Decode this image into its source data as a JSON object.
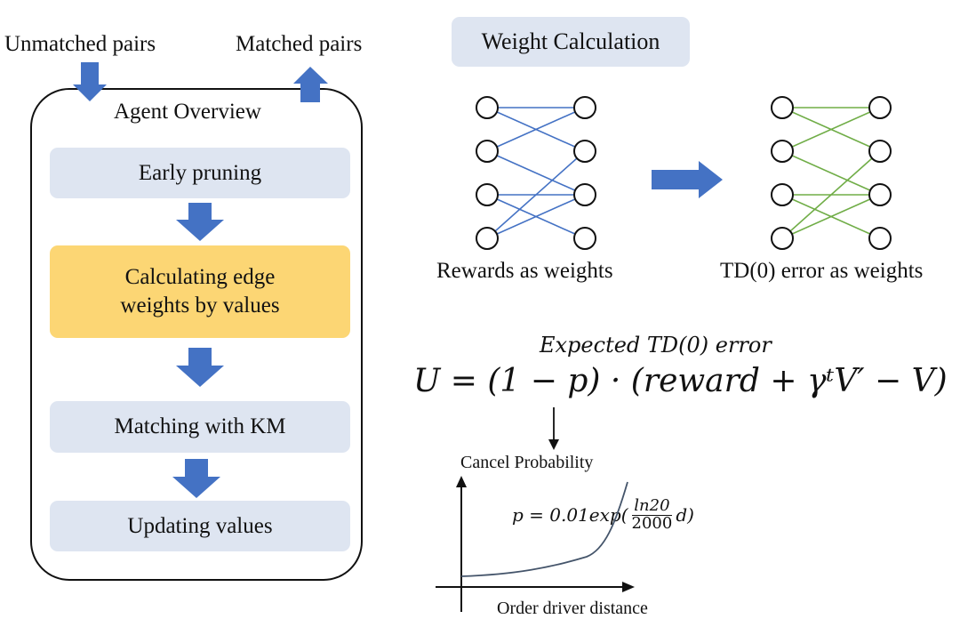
{
  "io": {
    "unmatched": "Unmatched pairs",
    "matched": "Matched pairs"
  },
  "agent": {
    "title": "Agent Overview",
    "steps": [
      "Early pruning",
      "Calculating edge weights by values",
      "Matching with KM",
      "Updating values"
    ]
  },
  "weights": {
    "header": "Weight Calculation",
    "left_caption": "Rewards as weights",
    "right_caption": "TD(0) error as weights"
  },
  "formula": {
    "title": "Expected TD(0) error",
    "equation": "U = (1 − p) · (reward + γᵗV′ − V)"
  },
  "cancel_plot": {
    "ylabel": "Cancel Probability",
    "xlabel": "Order driver distance",
    "equation_prefix": "p = 0.01exp(",
    "frac_num": "ln20",
    "frac_den": "2000",
    "equation_suffix": "d)"
  },
  "colors": {
    "arrow_blue": "#4472c4",
    "step_blue": "#dee5f1",
    "step_highlight": "#fcd674",
    "bipartite_blue": "#4472c4",
    "bipartite_green": "#70ad47",
    "curve": "#44546a"
  }
}
